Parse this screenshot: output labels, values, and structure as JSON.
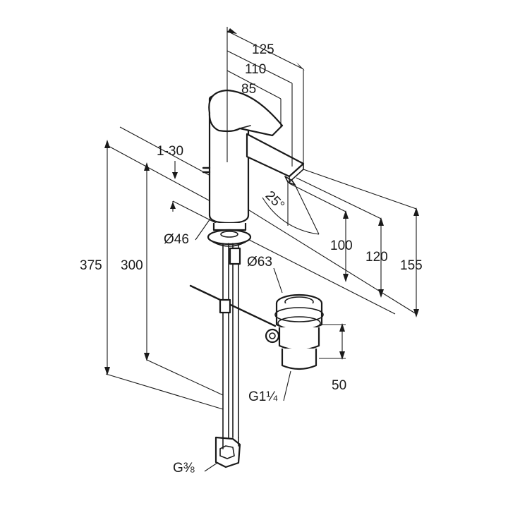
{
  "dimensions": {
    "width_125": "125",
    "width_110": "110",
    "width_85": "85",
    "range_1_30": "1-30",
    "angle_25": "25°",
    "dia_46": "Ø46",
    "dia_63": "Ø63",
    "height_375": "375",
    "height_300": "300",
    "height_100": "100",
    "height_120": "120",
    "height_155": "155",
    "depth_50": "50",
    "thread_g1_14": "G1¼",
    "thread_g3_8": "G⅜"
  }
}
